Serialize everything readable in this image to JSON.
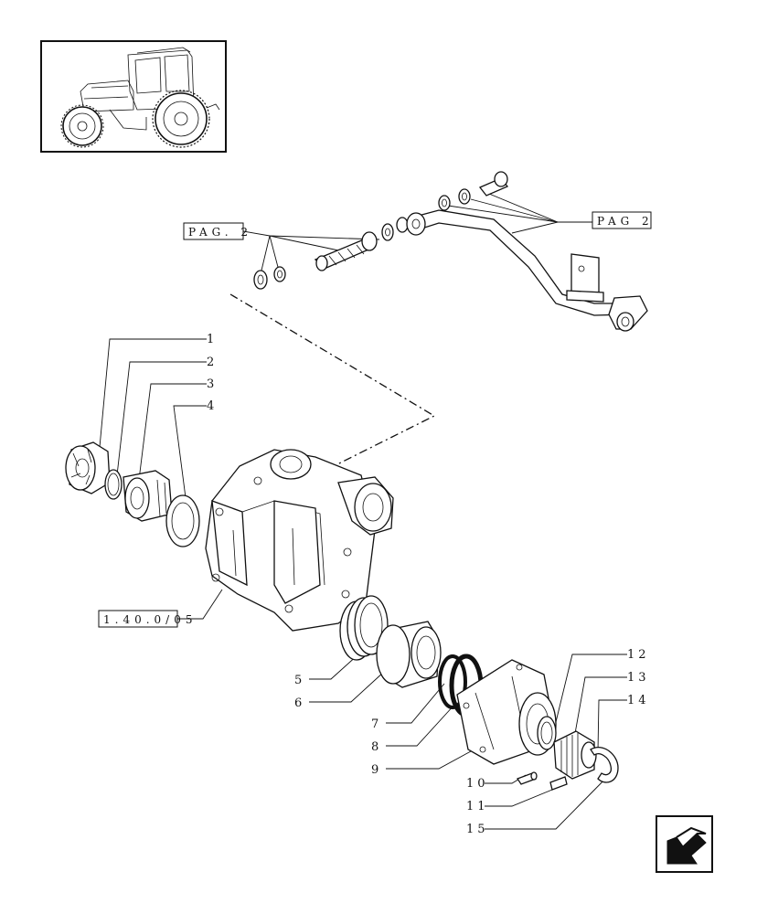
{
  "diagram": {
    "reference_labels": {
      "top_left": "PAG. 2",
      "top_right": "PAG 2",
      "housing": "1.40.0/05"
    },
    "callouts": [
      "1",
      "2",
      "3",
      "4",
      "5",
      "6",
      "7",
      "8",
      "9",
      "10",
      "11",
      "12",
      "13",
      "14",
      "15"
    ]
  },
  "icons": {
    "thumbnail": "tractor-thumbnail-icon",
    "nav": "arrow-back-icon"
  }
}
